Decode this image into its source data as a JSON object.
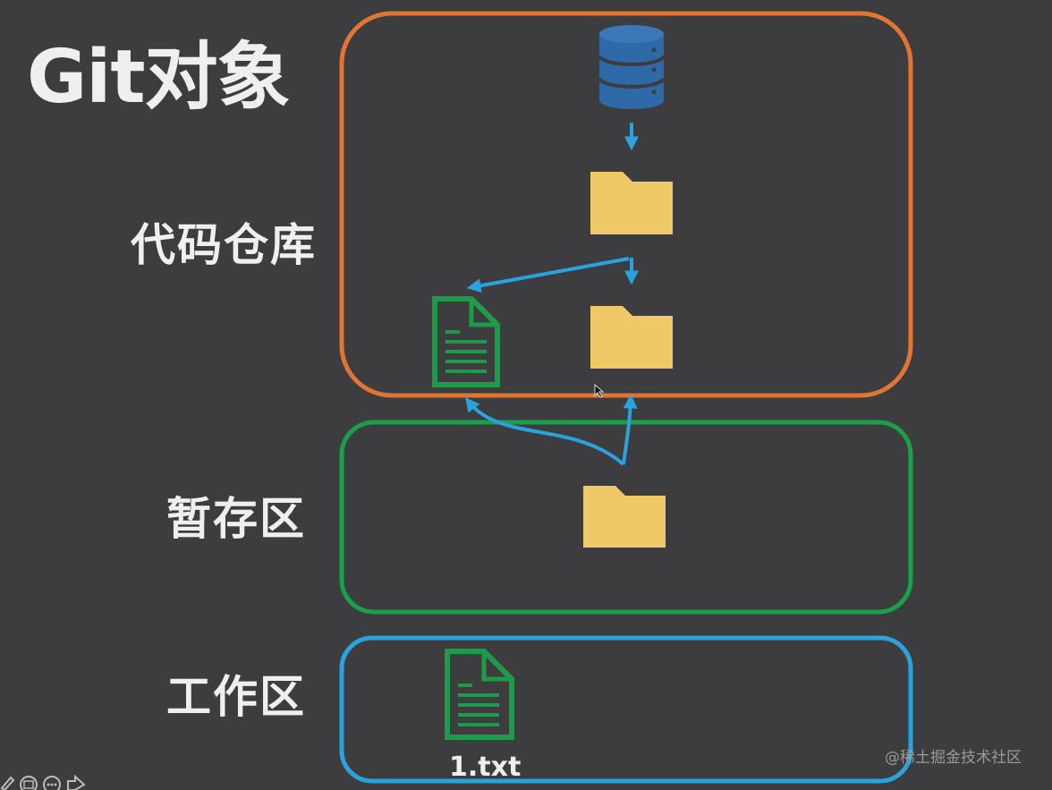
{
  "title": "Git对象",
  "zones": {
    "repository": {
      "label": "代码仓库",
      "color": "#e07634"
    },
    "staging": {
      "label": "暂存区",
      "color": "#1aa04a"
    },
    "working": {
      "label": "工作区",
      "color": "#2aa3dc"
    }
  },
  "files": {
    "working_file_name": "1.txt"
  },
  "colors": {
    "background": "#3d3c3e",
    "folder": "#eec966",
    "database": "#2f6aa8",
    "file": "#1d9a4a",
    "arrow": "#2aa3dc"
  },
  "icons": {
    "database": "database-icon",
    "folder": "folder-icon",
    "file": "file-icon"
  },
  "watermark": "@稀土掘金技术社区"
}
